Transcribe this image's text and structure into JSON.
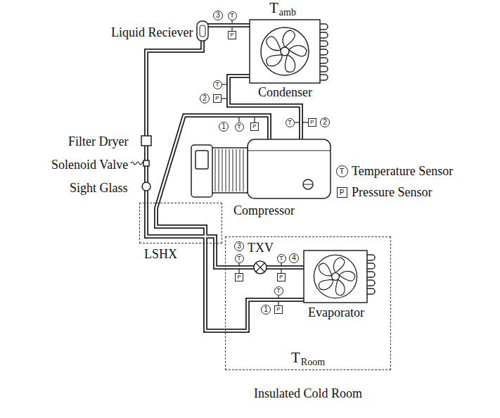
{
  "diagram": {
    "nodes": [
      {
        "text": [
          "LSHX"
        ]
      },
      {
        "text": [
          "TRoom",
          "Insulated Cold Room"
        ]
      }
    ],
    "labels": [
      "Tamb",
      "Liquid Reciever",
      "Condenser",
      "Filter Dryer",
      "Solenoid Valve",
      "Sight Glass",
      "Compressor",
      "TXV",
      "Evaporator",
      "3",
      "T",
      "P",
      "2",
      "T",
      "P",
      "1",
      "T",
      "P",
      "T",
      "P",
      "2",
      "3",
      "T",
      "P",
      "4",
      "T",
      "P",
      "1",
      "T",
      "P",
      "T",
      "P"
    ],
    "legend": [
      {
        "text": "Temperature Sensor"
      },
      {
        "text": "Pressure Sensor"
      }
    ]
  }
}
